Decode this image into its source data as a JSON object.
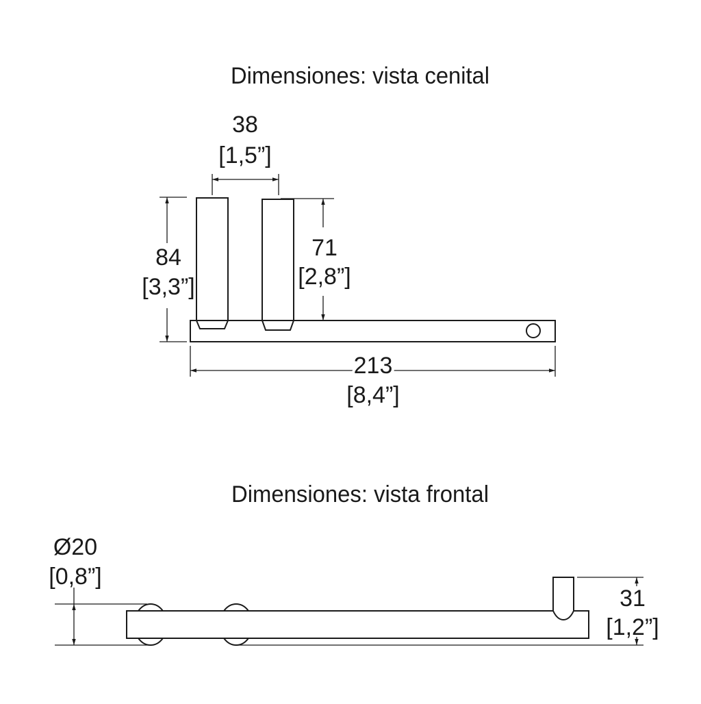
{
  "top_view": {
    "title": "Dimensiones: vista cenital",
    "dim_spacing": {
      "mm": "38",
      "in": "[1,5”]"
    },
    "dim_total_depth": {
      "mm": "84",
      "in": "[3,3”]"
    },
    "dim_post_length": {
      "mm": "71",
      "in": "[2,8”]"
    },
    "dim_length": {
      "mm": "213",
      "in": "[8,4”]"
    }
  },
  "front_view": {
    "title": "Dimensiones: vista frontal",
    "dim_diameter": {
      "mm": "Ø20",
      "in": "[0,8”]"
    },
    "dim_height": {
      "mm": "31",
      "in": "[1,2”]"
    }
  },
  "colors": {
    "line": "#1a1a1a",
    "background": "#ffffff"
  }
}
